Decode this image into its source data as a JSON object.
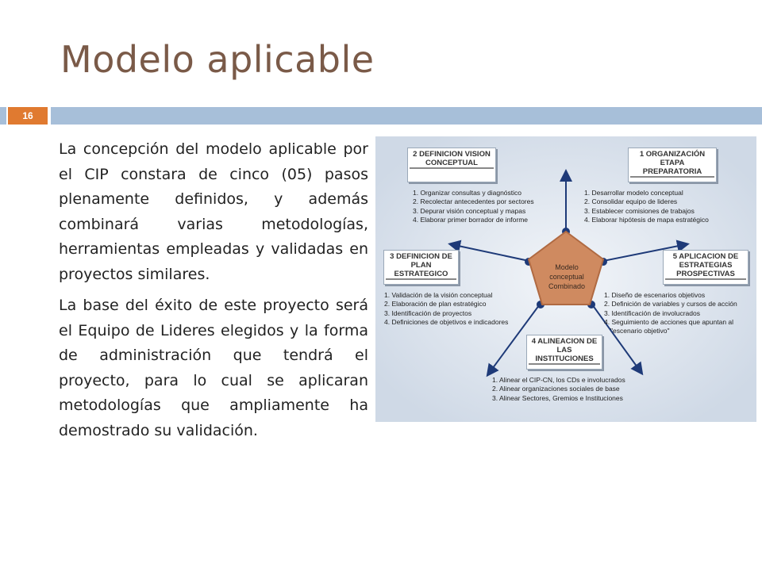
{
  "slide": {
    "title": "Modelo aplicable",
    "number": "16"
  },
  "body": {
    "paragraph1": "La concepción del modelo aplicable por el CIP constara de cinco (05) pasos plenamente definidos, y además combinará varias metodologías, herramientas empleadas y validadas en proyectos similares.",
    "paragraph2": "La base del éxito de este proyecto será el Equipo de Lideres elegidos y la forma de administración que tendrá el proyecto, para lo cual se aplicaran metodologías que ampliamente ha demostrado su validación."
  },
  "diagram": {
    "center": [
      "Modelo",
      "conceptual",
      "Combinado"
    ],
    "steps": [
      {
        "title": "1 ORGANIZACIÓN ETAPA PREPARATORIA",
        "items": [
          "1. Desarrollar modelo conceptual",
          "2. Consolidar equipo de lideres",
          "3. Establecer comisiones de trabajos",
          "4. Elaborar hipótesis de mapa estratégico"
        ]
      },
      {
        "title": "2 DEFINICION VISION CONCEPTUAL",
        "items": [
          "1. Organizar consultas y diagnóstico",
          "2. Recolectar antecedentes por sectores",
          "3. Depurar visión conceptual y mapas",
          "4. Elaborar primer borrador de informe"
        ]
      },
      {
        "title": "3 DEFINICION DE PLAN ESTRATEGICO",
        "items": [
          "1. Validación de la visión conceptual",
          "2. Elaboración de plan estratégico",
          "3. Identificación de proyectos",
          "4. Definiciones de objetivos e indicadores"
        ]
      },
      {
        "title": "4 ALINEACION DE LAS INSTITUCIONES",
        "items": [
          "1. Alinear el CIP-CN, los CDs e involucrados",
          "2. Alinear organizaciones sociales de base",
          "3. Alinear  Sectores, Gremios e Instituciones"
        ]
      },
      {
        "title": "5 APLICACION DE ESTRATEGIAS PROSPECTIVAS",
        "items": [
          "1. Diseño de escenarios objetivos",
          "2. Definición de variables y cursos de acción",
          "3. Identificación de involucrados",
          "4. Seguimiento de acciones que apuntan al",
          "\"escenario objetivo\""
        ]
      }
    ]
  },
  "colors": {
    "title": "#7a5a48",
    "accent_orange": "#e07a30",
    "rule_blue": "#a7bfd9",
    "pentagon": "#cf8a60",
    "arrow_blue": "#1e3a78"
  }
}
